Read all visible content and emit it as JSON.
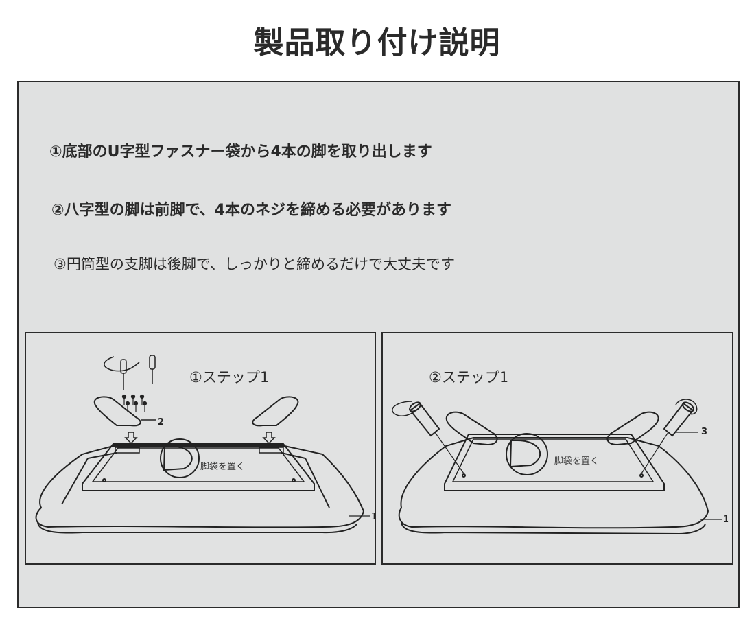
{
  "title": "製品取り付け説明",
  "instructions": [
    "①底部のU字型ファスナー袋から4本の脚を取り出します",
    "②八字型の脚は前脚で、4本のネジを締める必要があります",
    "③円筒型の支脚は後脚で、しっかりと締めるだけで大丈夫です"
  ],
  "panels": [
    {
      "step_label": "①ステップ1",
      "bag_label": "脚袋を置く",
      "part_label": "2",
      "board_label": "1"
    },
    {
      "step_label": "②ステップ1",
      "bag_label": "脚袋を置く",
      "part_label": "3",
      "board_label": "1"
    }
  ]
}
